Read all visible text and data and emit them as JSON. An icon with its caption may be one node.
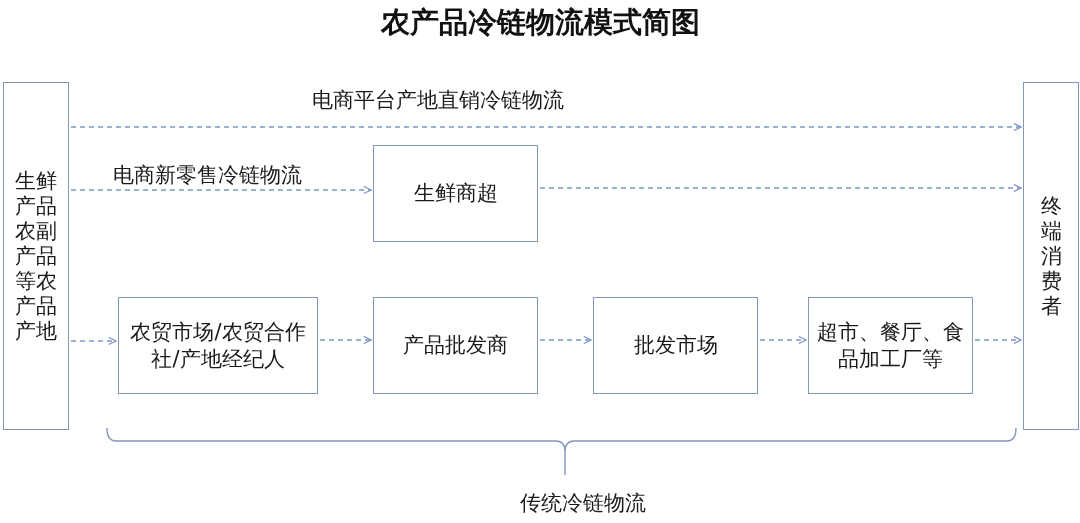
{
  "diagram": {
    "title": "农产品冷链物流模式简图",
    "nodes": [
      {
        "text": [
          "生鲜产品农副产品等农产品产地"
        ]
      },
      {
        "text": [
          "生鲜商超"
        ]
      },
      {
        "text": [
          "农贸市场/农贸合作社/产地经纪人"
        ]
      },
      {
        "text": [
          "产品批发商"
        ]
      },
      {
        "text": [
          "批发市场"
        ]
      },
      {
        "text": [
          "超市、餐厅、食品加工厂等"
        ]
      },
      {
        "text": [
          "终端消费者"
        ]
      }
    ],
    "edges": [
      {
        "from": 0,
        "to": 6,
        "arrow": "to",
        "label": "电商平台产地直销冷链物流"
      },
      {
        "from": 0,
        "to": 1,
        "arrow": "to",
        "label": "电商新零售冷链物流"
      },
      {
        "from": 1,
        "to": 6,
        "arrow": "to"
      },
      {
        "from": 0,
        "to": 2,
        "arrow": "to"
      },
      {
        "from": 2,
        "to": 3,
        "arrow": "to"
      },
      {
        "from": 3,
        "to": 4,
        "arrow": "to"
      },
      {
        "from": 4,
        "to": 5,
        "arrow": "to"
      },
      {
        "from": 5,
        "to": 6,
        "arrow": "to"
      }
    ],
    "labels": [
      "传统冷链物流"
    ]
  }
}
